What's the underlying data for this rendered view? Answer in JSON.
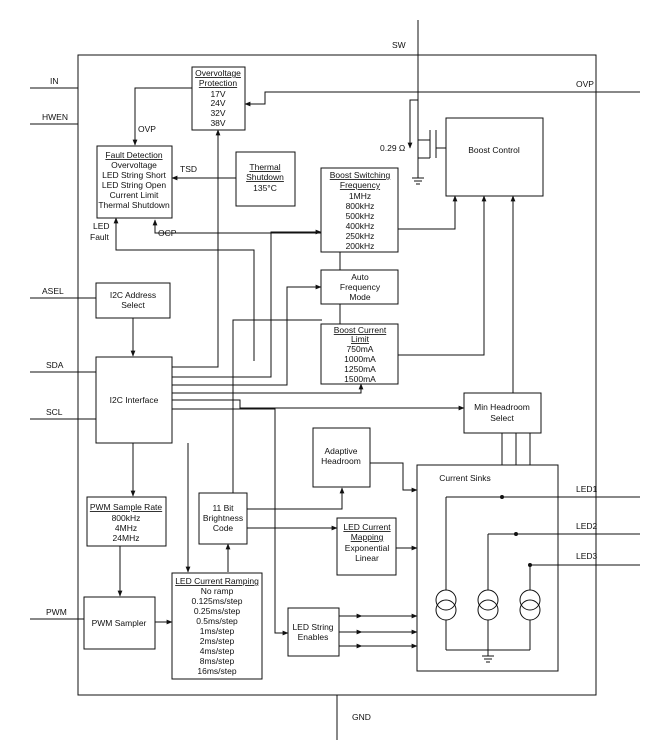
{
  "pins": {
    "sw": "SW",
    "in": "IN",
    "ovp": "OVP",
    "hwen": "HWEN",
    "asel": "ASEL",
    "sda": "SDA",
    "scl": "SCL",
    "pwm": "PWM",
    "gnd": "GND",
    "led1": "LED1",
    "led2": "LED2",
    "led3": "LED3"
  },
  "blocks": {
    "ovp_title_1": "Overvoltage",
    "ovp_title_2": "Protection",
    "ovp_values": [
      "17V",
      "24V",
      "32V",
      "38V"
    ],
    "fault_title": "Fault Detection",
    "fault_items": [
      "Overvoltage",
      "LED String Short",
      "LED String Open",
      "Current Limit",
      "Thermal Shutdown"
    ],
    "thermal_title_1": "Thermal",
    "thermal_title_2": "Shutdown",
    "thermal_value": "135°C",
    "freq_title_1": "Boost Switching",
    "freq_title_2": "Frequency",
    "freq_values": [
      "1MHz",
      "800kHz",
      "500kHz",
      "400kHz",
      "250kHz",
      "200kHz"
    ],
    "boost_control": "Boost Control",
    "auto_freq": [
      "Auto",
      "Frequency",
      "Mode"
    ],
    "i2c_addr": [
      "I2C Address",
      "Select"
    ],
    "climit_title_1": "Boost Current",
    "climit_title_2": "Limit",
    "climit_values": [
      "750mA",
      "1000mA",
      "1250mA",
      "1500mA"
    ],
    "i2c_interface": "I2C Interface",
    "min_headroom": [
      "Min Headroom",
      "Select"
    ],
    "adaptive": [
      "Adaptive",
      "Headroom"
    ],
    "current_sinks": "Current Sinks",
    "pwm_rate_title": "PWM Sample Rate",
    "pwm_rate_values": [
      "800kHz",
      "4MHz",
      "24MHz"
    ],
    "brightness": [
      "11 Bit",
      "Brightness",
      "Code"
    ],
    "mapping_title_1": "LED Current",
    "mapping_title_2": "Mapping",
    "mapping_values": [
      "Exponential",
      "Linear"
    ],
    "pwm_sampler": "PWM Sampler",
    "ramp_title": "LED Current Ramping",
    "ramp_values": [
      "No ramp",
      "0.125ms/step",
      "0.25ms/step",
      "0.5ms/step",
      "1ms/step",
      "2ms/step",
      "4ms/step",
      "8ms/step",
      "16ms/step"
    ],
    "string_enables": [
      "LED String",
      "Enables"
    ]
  },
  "signals": {
    "ovp": "OVP",
    "tsd": "TSD",
    "ocp": "OCP",
    "led_fault_1": "LED",
    "led_fault_2": "Fault",
    "sense_resistor": "0.29 Ω"
  }
}
